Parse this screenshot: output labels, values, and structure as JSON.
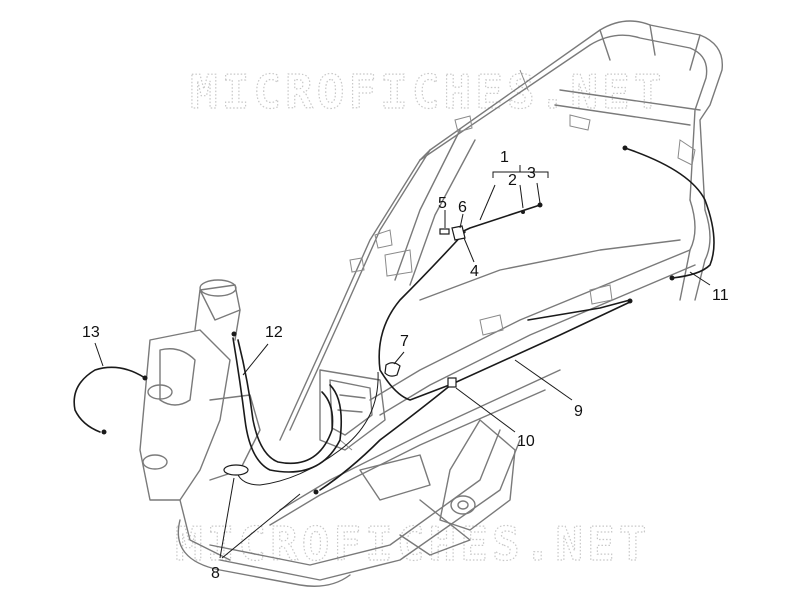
{
  "watermark": {
    "text": "MICROFICHES.NET"
  },
  "callouts": [
    {
      "id": "1",
      "label": "1"
    },
    {
      "id": "2",
      "label": "2"
    },
    {
      "id": "3",
      "label": "3"
    },
    {
      "id": "4",
      "label": "4"
    },
    {
      "id": "5",
      "label": "5"
    },
    {
      "id": "6",
      "label": "6"
    },
    {
      "id": "7",
      "label": "7"
    },
    {
      "id": "8",
      "label": "8"
    },
    {
      "id": "9",
      "label": "9"
    },
    {
      "id": "10",
      "label": "10"
    },
    {
      "id": "11",
      "label": "11"
    },
    {
      "id": "12",
      "label": "12"
    },
    {
      "id": "13",
      "label": "13"
    }
  ],
  "colors": {
    "frame": "#7a7a7a",
    "cable": "#1a1a1a",
    "watermark": "#c8c8c8",
    "background": "#ffffff"
  }
}
